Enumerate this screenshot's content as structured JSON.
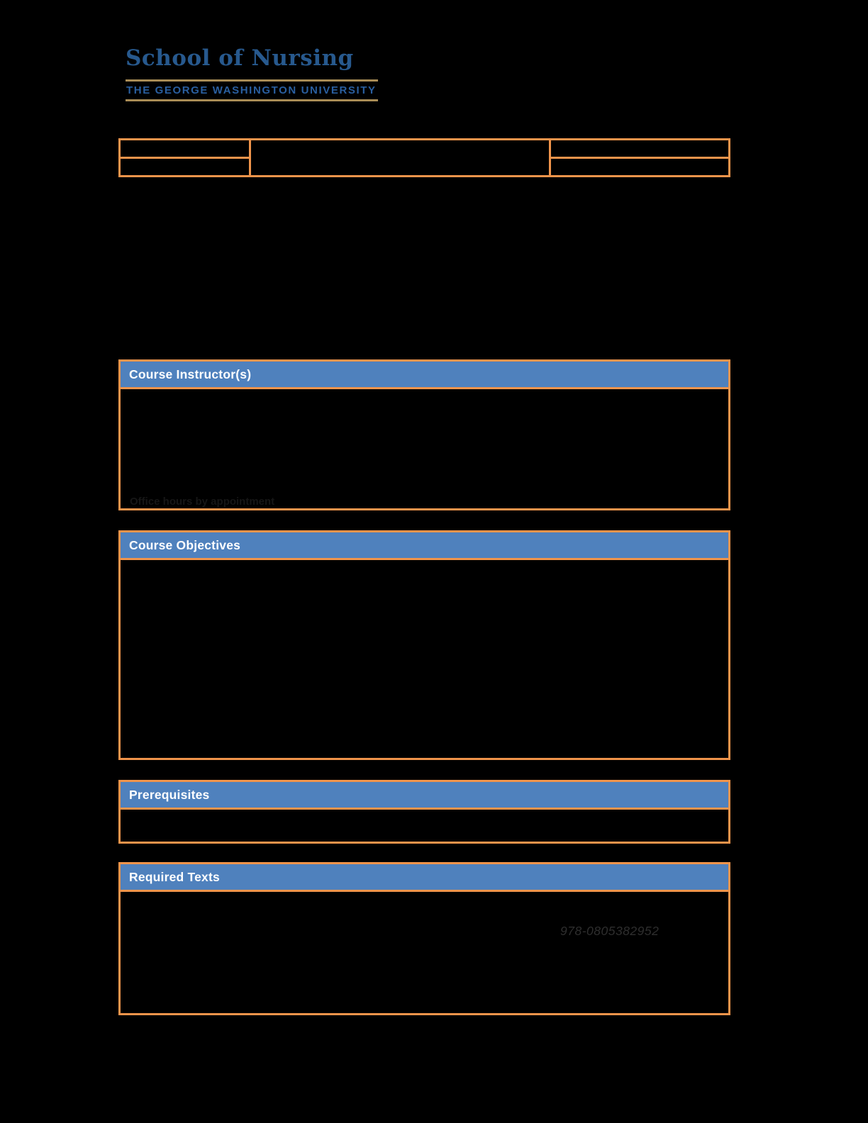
{
  "logo": {
    "school_name": "School of Nursing",
    "university_name": "THE GEORGE WASHINGTON UNIVERSITY"
  },
  "colors": {
    "accent_orange": "#F0944B",
    "header_blue": "#4F81BD",
    "header_text": "#FFFFFF",
    "logo_blue": "#27598E",
    "gold_rule": "#A98C55",
    "page_background": "#000000"
  },
  "top_table": {
    "left_top": "",
    "left_bottom": "",
    "middle": "",
    "right_top": "",
    "right_bottom": ""
  },
  "sections": {
    "instructors": {
      "title": "Course Instructor(s)",
      "footnote": "Office hours by appointment"
    },
    "objectives": {
      "title": "Course Objectives",
      "body": ""
    },
    "prerequisites": {
      "title": "Prerequisites",
      "body": ""
    },
    "required_texts": {
      "title": "Required Texts",
      "isbn": "978-0805382952"
    }
  }
}
